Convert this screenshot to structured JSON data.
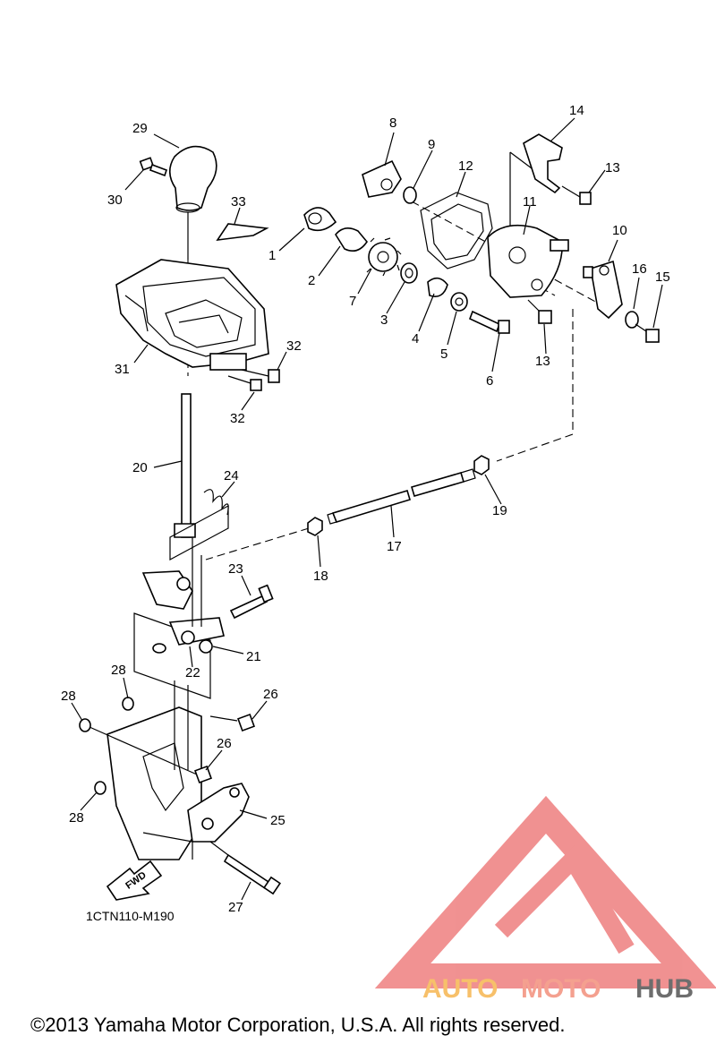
{
  "diagram": {
    "callouts": [
      {
        "id": "c29",
        "text": "29"
      },
      {
        "id": "c30",
        "text": "30"
      },
      {
        "id": "c33",
        "text": "33"
      },
      {
        "id": "c1",
        "text": "1"
      },
      {
        "id": "c2",
        "text": "2"
      },
      {
        "id": "c7",
        "text": "7"
      },
      {
        "id": "c3",
        "text": "3"
      },
      {
        "id": "c4",
        "text": "4"
      },
      {
        "id": "c5",
        "text": "5"
      },
      {
        "id": "c6",
        "text": "6"
      },
      {
        "id": "c8",
        "text": "8"
      },
      {
        "id": "c9",
        "text": "9"
      },
      {
        "id": "c12",
        "text": "12"
      },
      {
        "id": "c11",
        "text": "11"
      },
      {
        "id": "c14",
        "text": "14"
      },
      {
        "id": "c13a",
        "text": "13"
      },
      {
        "id": "c13b",
        "text": "13"
      },
      {
        "id": "c10",
        "text": "10"
      },
      {
        "id": "c16",
        "text": "16"
      },
      {
        "id": "c15",
        "text": "15"
      },
      {
        "id": "c31",
        "text": "31"
      },
      {
        "id": "c32a",
        "text": "32"
      },
      {
        "id": "c32b",
        "text": "32"
      },
      {
        "id": "c20",
        "text": "20"
      },
      {
        "id": "c24",
        "text": "24"
      },
      {
        "id": "c19",
        "text": "19"
      },
      {
        "id": "c17",
        "text": "17"
      },
      {
        "id": "c18",
        "text": "18"
      },
      {
        "id": "c23",
        "text": "23"
      },
      {
        "id": "c21",
        "text": "21"
      },
      {
        "id": "c22",
        "text": "22"
      },
      {
        "id": "c28a",
        "text": "28"
      },
      {
        "id": "c28b",
        "text": "28"
      },
      {
        "id": "c28c",
        "text": "28"
      },
      {
        "id": "c26a",
        "text": "26"
      },
      {
        "id": "c26b",
        "text": "26"
      },
      {
        "id": "c25",
        "text": "25"
      },
      {
        "id": "c27",
        "text": "27"
      }
    ],
    "fwd_label": "FWD",
    "diagram_code": "1CTN110-M190"
  },
  "watermark": {
    "part1": "AUTO",
    "part2": "MOTO",
    "part3": "HUB",
    "color1": "#f7c06a",
    "color2": "#f4a08f",
    "color3": "#6d6d6d",
    "logo_color": "#f08c8c"
  },
  "footer": {
    "copyright": "©2013 Yamaha Motor Corporation, U.S.A. All rights reserved."
  }
}
